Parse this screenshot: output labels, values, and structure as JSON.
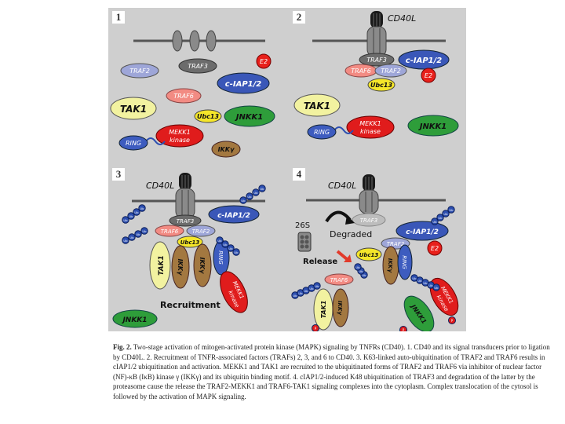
{
  "panels": [
    {
      "number": "1"
    },
    {
      "number": "2",
      "ligand": "CD40L"
    },
    {
      "number": "3",
      "ligand": "CD40L",
      "footer": "Recruitment"
    },
    {
      "number": "4",
      "ligand": "CD40L",
      "proteasome": "26S",
      "degraded": "Degraded",
      "release": "Release"
    }
  ],
  "labels": {
    "traf2": "TRAF2",
    "traf3": "TRAF3",
    "traf6": "TRAF6",
    "ciap": "c-IAP1/2",
    "e2": "E2",
    "ubc13": "Ubc13",
    "tak1": "TAK1",
    "jnkk1": "JNKK1",
    "ring": "RING",
    "mekk1": "MEKK1",
    "kinase": "kinase",
    "ikky": "IKKγ",
    "ub": "Ub",
    "p": "P"
  },
  "colors": {
    "panel_bg": "#cfcfcf",
    "membrane": "#555555",
    "receptor": "#8a8a8a",
    "ligand": "#1a1a1a",
    "traf2": "#9ea6d8",
    "traf3": "#6c6c6c",
    "traf6": "#f28b83",
    "ciap": "#3a57b8",
    "e2": "#e8201b",
    "ubc13": "#f5e62a",
    "tak1": "#f2f2a0",
    "jnkk1": "#2e9d3a",
    "ring": "#3d5cbf",
    "mekk1": "#e01c1c",
    "ikky": "#a37840",
    "ub": "#2d4fb0"
  },
  "caption": {
    "lead": "Fig. 2.",
    "body": " Two-stage activation of mitogen-activated protein kinase (MAPK) signaling by TNFRs (CD40). 1. CD40 and its signal transducers prior to ligation by CD40L. 2. Recruitment of TNFR-associated factors (TRAFs) 2, 3, and 6 to CD40. 3. K63-linked auto-ubiquitination of TRAF2 and TRAF6 results in cIAP1/2 ubiquitination and activation. MEKK1 and TAK1 are recruited to the ubiquitinated forms of TRAF2 and TRAF6 via inhibitor of nuclear factor (NF)-κB (IκB) kinase γ (IKKγ) and its ubiquitin binding motif. 4. cIAP1/2-induced K48 ubiquitination of TRAF3 and degradation of the latter by the proteasome cause the release the TRAF2-MEKK1 and TRAF6-TAK1 signaling complexes into the cytoplasm. Complex translocation of the cytosol is followed by the activation of MAPK signaling."
  }
}
